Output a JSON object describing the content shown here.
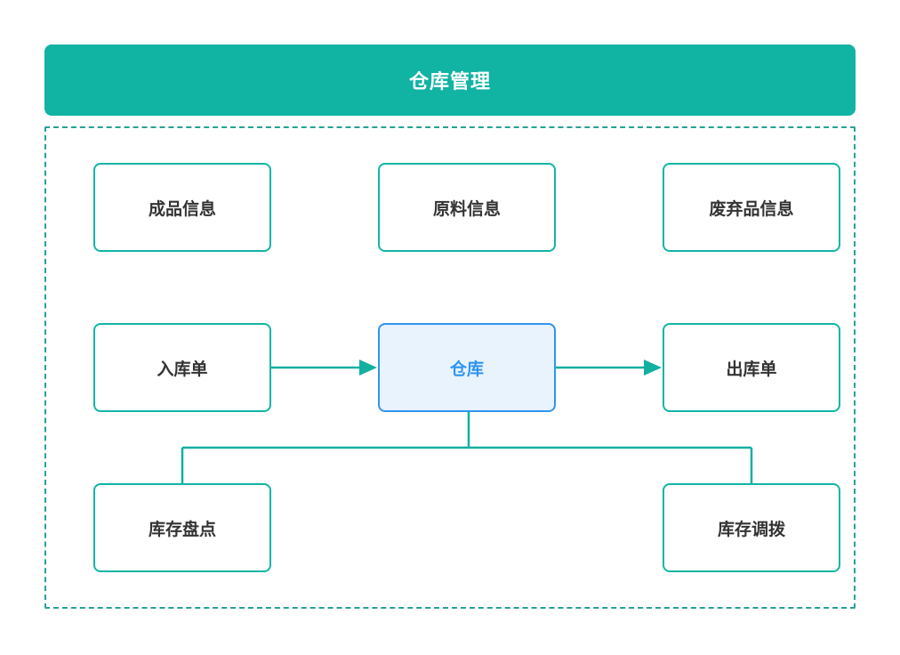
{
  "header": {
    "title": "仓库管理"
  },
  "colors": {
    "header_bg": "#11b3a3",
    "header_text": "#ffffff",
    "box_border_teal": "#12b5a5",
    "box_text": "#333333",
    "dashed_border": "#27a097",
    "connector_teal": "#12b0a0",
    "warehouse_border": "#3194f0",
    "warehouse_fill": "#e9f3fe",
    "warehouse_text": "#2e95f2"
  },
  "diagram": {
    "nodes": [
      {
        "id": "finished-product-info",
        "label": "成品信息",
        "style": "teal"
      },
      {
        "id": "raw-material-info",
        "label": "原料信息",
        "style": "teal"
      },
      {
        "id": "waste-product-info",
        "label": "废弃品信息",
        "style": "teal"
      },
      {
        "id": "inbound-order",
        "label": "入库单",
        "style": "teal"
      },
      {
        "id": "warehouse",
        "label": "仓库",
        "style": "blue"
      },
      {
        "id": "outbound-order",
        "label": "出库单",
        "style": "teal"
      },
      {
        "id": "inventory-count",
        "label": "库存盘点",
        "style": "teal"
      },
      {
        "id": "inventory-transfer",
        "label": "库存调拨",
        "style": "teal"
      }
    ],
    "edges": [
      {
        "from": "inbound-order",
        "to": "warehouse",
        "type": "arrow"
      },
      {
        "from": "warehouse",
        "to": "outbound-order",
        "type": "arrow"
      },
      {
        "from": "warehouse",
        "to": "inventory-count",
        "type": "elbow-line"
      },
      {
        "from": "warehouse",
        "to": "inventory-transfer",
        "type": "elbow-line"
      }
    ]
  }
}
